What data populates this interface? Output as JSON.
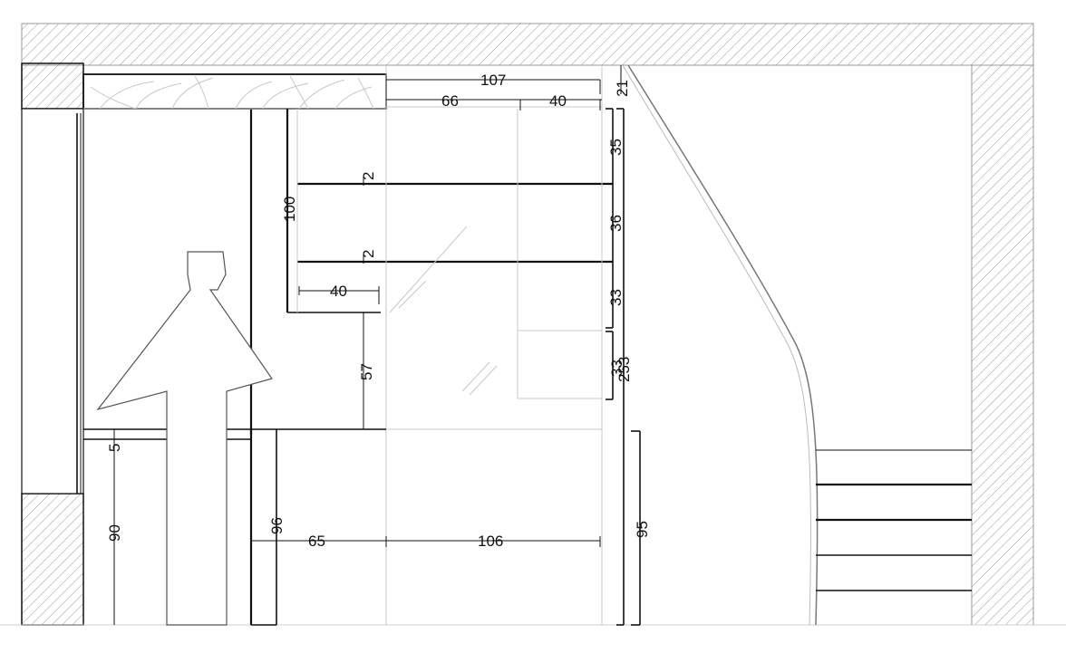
{
  "drawing": {
    "dimensions": {
      "top_width": "107",
      "top_inner": "66",
      "top_cabinet": "40",
      "top_gap": "21",
      "shelf1_height": "35",
      "shelf_thickness_1": "2",
      "shelf2_height": "36",
      "shelf_thickness_2": "2",
      "shelf3_height": "33",
      "shelf4_height": "33",
      "total_height": "253",
      "upper_depth": "100",
      "niche_width": "40",
      "niche_height": "57",
      "counter_thickness": "5",
      "counter_height": "90",
      "lower_height_left": "96",
      "lower_width_left": "65",
      "lower_width_right": "106",
      "lower_height_right": "95"
    }
  }
}
